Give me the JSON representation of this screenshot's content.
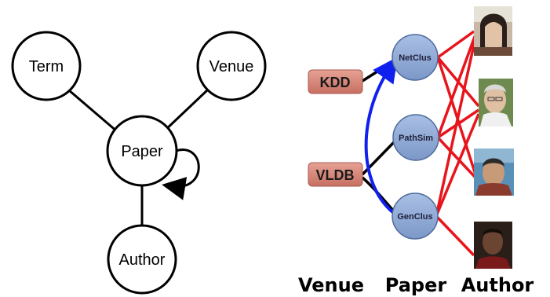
{
  "schema": {
    "nodes": {
      "term": "Term",
      "venue": "Venue",
      "paper": "Paper",
      "author": "Author"
    }
  },
  "network": {
    "venues": [
      "KDD",
      "VLDB"
    ],
    "papers": [
      "NetClus",
      "PathSim",
      "GenClus"
    ],
    "author_photo_count": 4,
    "column_headings": {
      "venue": "Venue",
      "paper": "Paper",
      "author": "Author"
    },
    "colors": {
      "venue_fill": "#d9867a",
      "paper_fill": "#8fa9d6",
      "author_edge": "#e8141c",
      "cite_edge": "#1020ee"
    }
  }
}
